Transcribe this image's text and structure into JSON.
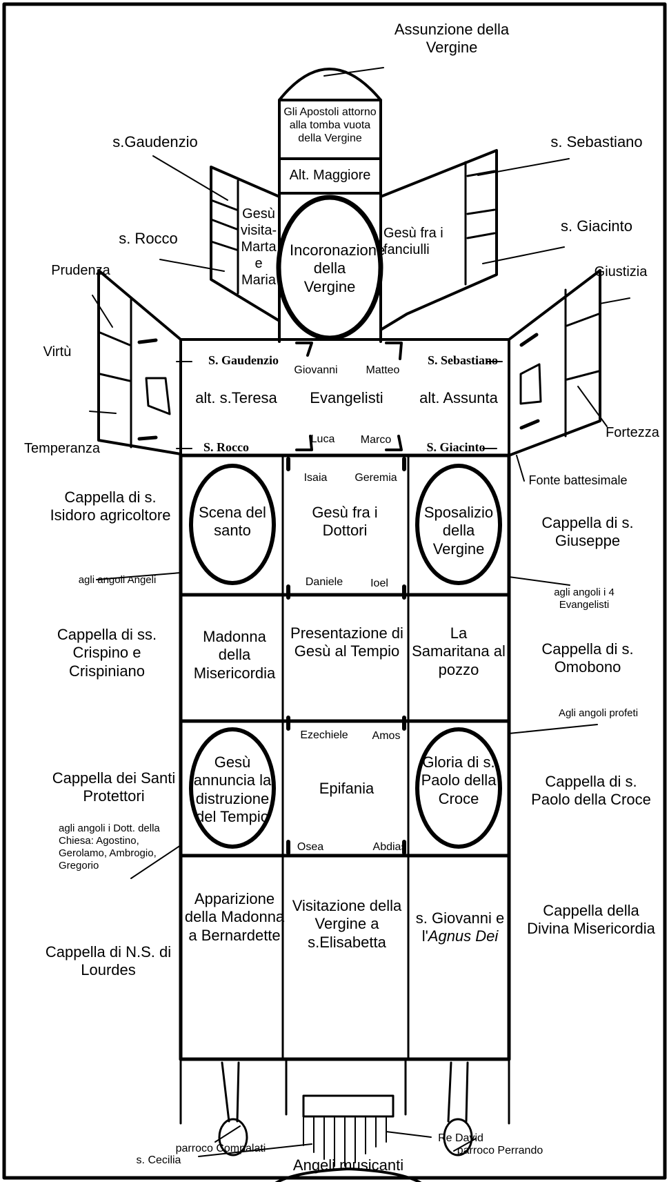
{
  "apse": {
    "top_label": "Assunzione della Vergine",
    "apostles": "Gli Apostoli attorno alla tomba vuota della Vergine",
    "main_altar": "Alt. Maggiore",
    "dome_center": "Incoronazione della Vergine"
  },
  "upper_wings": {
    "left_panel": "Gesù visita-Marta e Maria",
    "right_panel": "Gesù fra i fanciulli",
    "left_top_saint": "s.Gaudenzio",
    "left_bottom_saint": "s. Rocco",
    "right_top_saint": "s. Sebastiano",
    "right_bottom_saint": "s. Giacinto"
  },
  "virtues": {
    "prudenza": "Prudenza",
    "virtu": "Virtù",
    "temperanza": "Temperanza",
    "giustizia": "Giustizia",
    "fortezza": "Fortezza"
  },
  "transept": {
    "s_gaudenzio": "S. Gaudenzio",
    "alt_teresa": "alt. s.Teresa",
    "s_rocco": "S. Rocco",
    "giovanni": "Giovanni",
    "matteo": "Matteo",
    "evangelisti": "Evangelisti",
    "luca": "Luca",
    "marco": "Marco",
    "s_sebastiano": "S. Sebastiano",
    "alt_assunta": "alt. Assunta",
    "s_giacinto": "S. Giacinto",
    "fonte": "Fonte battesimale"
  },
  "bay1": {
    "left_dome": "Scena del santo",
    "center": "Gesù fra i Dottori",
    "right_dome": "Sposalizio della Vergine",
    "isaia": "Isaia",
    "geremia": "Geremia",
    "daniele": "Daniele",
    "ioel": "Ioel",
    "chapel_left": "Cappella di s. Isidoro agricoltore",
    "chapel_right": "Cappella di s. Giuseppe",
    "note_left": "agli angoli Angeli",
    "note_right": "agli angoli i 4 Evangelisti"
  },
  "bay2": {
    "left": "Madonna della Misericordia",
    "center": "Presentazione di Gesù al Tempio",
    "right": "La Samaritana al pozzo",
    "chapel_left": "Cappella di ss. Crispino e Crispiniano",
    "chapel_right": "Cappella di s. Omobono",
    "note_right": "Agli angoli profeti"
  },
  "bay3": {
    "left_dome": "Gesù annuncia la distruzione del Tempio",
    "center": "Epifania",
    "right_dome": "Gloria di s. Paolo della Croce",
    "ezechiele": "Ezechiele",
    "amos": "Amos",
    "osea": "Osea",
    "abdias": "Abdias",
    "chapel_left": "Cappella dei Santi Protettori",
    "chapel_right": "Cappella di s. Paolo della Croce",
    "note_left": "agli angoli i Dott. della Chiesa: Agostino, Gerolamo, Ambrogio, Gregorio"
  },
  "bay4": {
    "left": "Apparizione della Madonna a Bernardette",
    "center": "Visitazione della Vergine a s.Elisabetta",
    "right_prefix": "s. Giovanni e l'",
    "right_italic": "Agnus Dei",
    "chapel_left": "Cappella di N.S. di Lourdes",
    "chapel_right": "Cappella della Divina Misericordia"
  },
  "entrance": {
    "parroco_left": "parroco Compalati",
    "parroco_right": "parroco Perrando",
    "cecilia": "s. Cecilia",
    "david": "Re David",
    "angeli": "Angeli musicanti"
  }
}
